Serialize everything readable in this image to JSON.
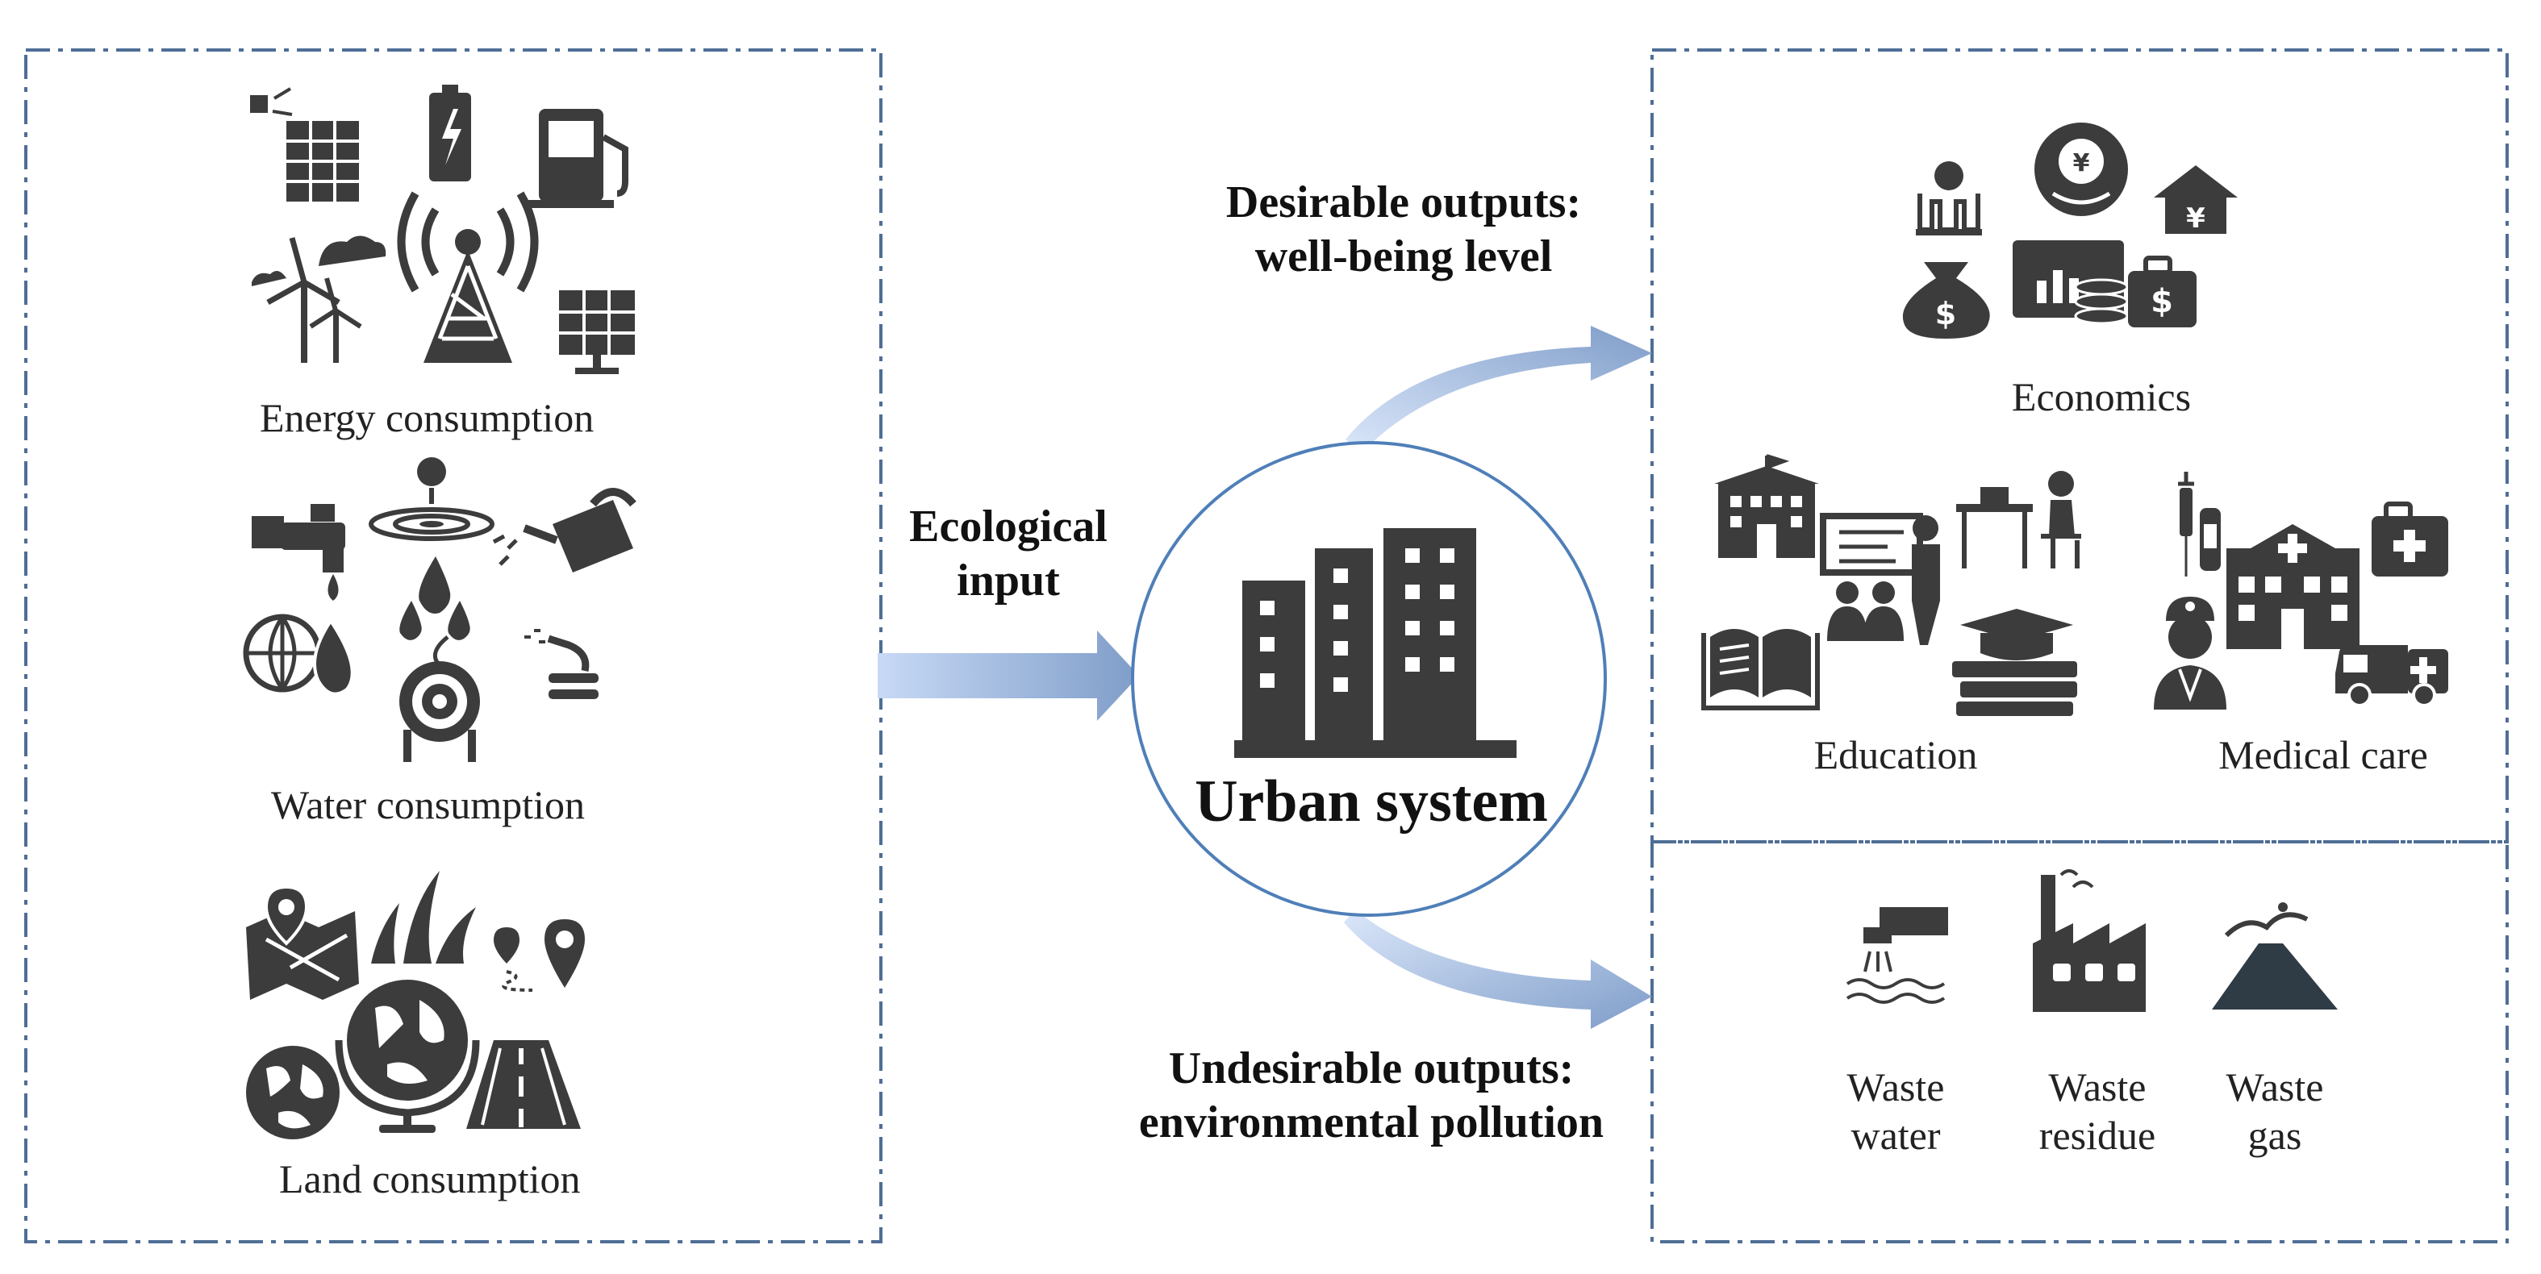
{
  "inputs": {
    "energy": "Energy consumption",
    "water": "Water consumption",
    "land": "Land consumption"
  },
  "ecological_input": {
    "line1": "Ecological",
    "line2": "input"
  },
  "center": {
    "title": "Urban system"
  },
  "desirable": {
    "line1": "Desirable outputs:",
    "line2": "well-being level"
  },
  "undesirable": {
    "line1": "Undesirable outputs:",
    "line2": "environmental pollution"
  },
  "wellbeing": {
    "economics": "Economics",
    "education": "Education",
    "medical": "Medical care"
  },
  "pollution": {
    "water": {
      "line1": "Waste",
      "line2": "water"
    },
    "residue": {
      "line1": "Waste",
      "line2": "residue"
    },
    "gas": {
      "line1": "Waste",
      "line2": "gas"
    }
  },
  "colors": {
    "icon": "#3c3c3c",
    "border": "#4f6e96",
    "circle": "#4f7fb8",
    "arrow_light": "#c7d9f5",
    "arrow_dark": "#7f9dc9"
  },
  "icons": [
    "solar-panel-icon",
    "battery-icon",
    "fuel-pump-icon",
    "wind-turbine-icon",
    "radio-tower-icon",
    "faucet-icon",
    "water-ripple-icon",
    "watering-can-icon",
    "globe-drop-icon",
    "water-drops-icon",
    "hose-reel-icon",
    "sprinkler-icon",
    "map-pin-icon",
    "grass-icon",
    "route-icon",
    "globe-stand-icon",
    "earth-icon",
    "road-icon",
    "money-building-icon",
    "money-hand-icon",
    "house-yen-icon",
    "money-bag-icon",
    "chart-coins-icon",
    "dollar-case-icon",
    "school-icon",
    "classroom-icon",
    "student-desk-icon",
    "book-icon",
    "graduation-books-icon",
    "syringe-icon",
    "hospital-icon",
    "first-aid-icon",
    "doctor-icon",
    "ambulance-icon",
    "waste-water-icon",
    "factory-icon",
    "volcano-icon"
  ]
}
